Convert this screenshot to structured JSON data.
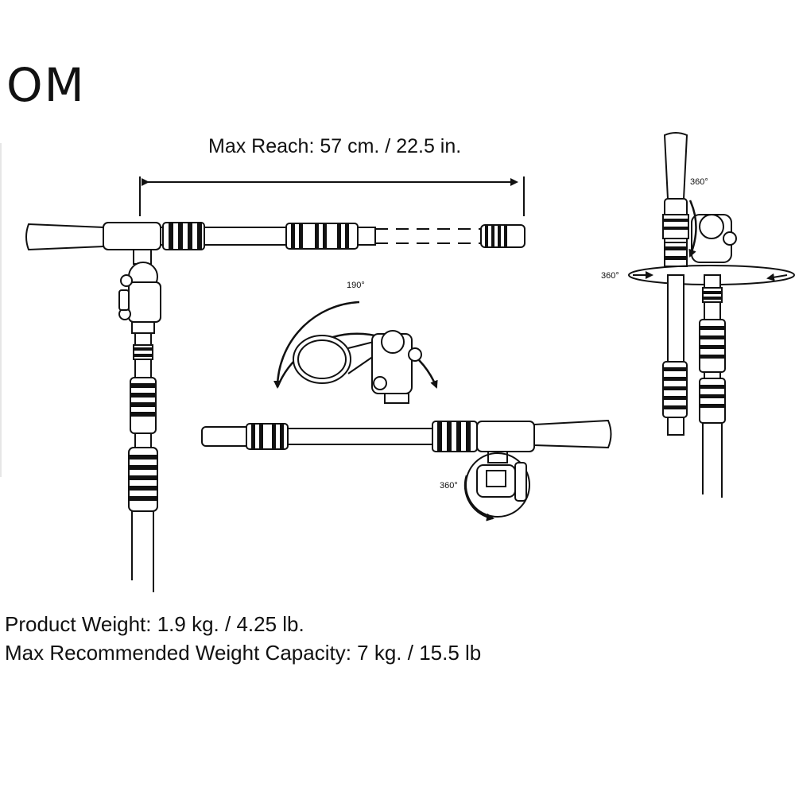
{
  "title": "OM",
  "dimensions": {
    "max_reach": "Max Reach: 57 cm. / 22.5 in."
  },
  "rotation_labels": {
    "tilt": "190°",
    "top_swivel": "360°",
    "side_swivel": "360°",
    "head_spin": "360°"
  },
  "specs": {
    "weight": "Product Weight: 1.9 kg. / 4.25 lb.",
    "capacity": "Max Recommended Weight Capacity: 7 kg. / 15.5 lb"
  }
}
